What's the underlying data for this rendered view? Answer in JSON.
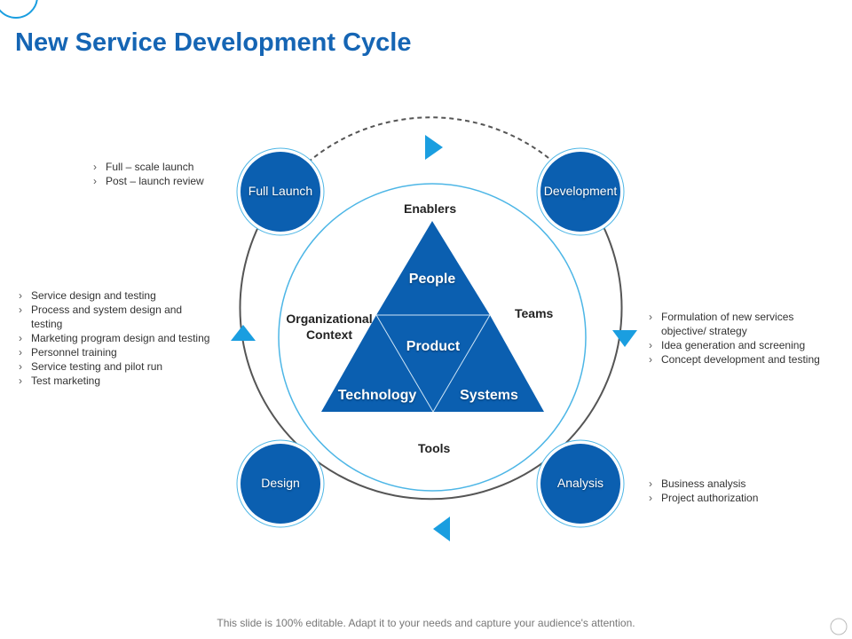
{
  "title": "New Service Development Cycle",
  "colors": {
    "title": "#1565b4",
    "node_fill": "#0b5fb0",
    "inner_ring": "#4db6e6",
    "arrow": "#1a9ee0",
    "triangle": "#0b5fb0"
  },
  "stages": {
    "full_launch": "Full Launch",
    "development": "Development",
    "design": "Design",
    "analysis": "Analysis"
  },
  "triangle": {
    "top": "People",
    "center": "Product",
    "left": "Technology",
    "right": "Systems"
  },
  "ring_labels": {
    "enablers": "Enablers",
    "teams": "Teams",
    "org_line1": "Organizational",
    "org_line2": "Context",
    "tools": "Tools"
  },
  "bullets": {
    "full_launch": [
      "Full – scale launch",
      "Post – launch review"
    ],
    "design": [
      "Service design and testing",
      "Process and system design and testing",
      "Marketing program design and testing",
      "Personnel training",
      "Service testing and pilot run",
      "Test marketing"
    ],
    "development": [
      "Formulation of new services objective/ strategy",
      "Idea generation and screening",
      "Concept development and testing"
    ],
    "analysis": [
      "Business analysis",
      "Project authorization"
    ]
  },
  "footer": "This slide is 100% editable. Adapt it to your needs and capture your audience's attention."
}
